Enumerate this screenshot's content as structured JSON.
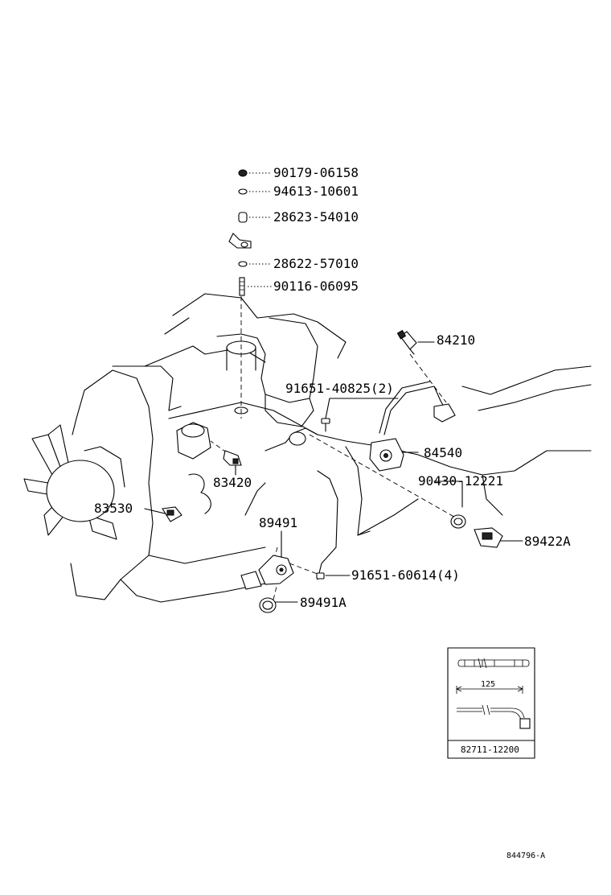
{
  "parts": {
    "p90179": "90179-06158",
    "p94613": "94613-10601",
    "p28623": "28623-54010",
    "p28622": "28622-57010",
    "p90116": "90116-06095",
    "p84210": "84210",
    "p91651_408": "91651-40825(2)",
    "p84540": "84540",
    "p83420": "83420",
    "p90430": "90430-12221",
    "p83530": "83530",
    "p89422a": "89422A",
    "p89491": "89491",
    "p91651_606": "91651-60614(4)",
    "p89491a": "89491A"
  },
  "inset": {
    "dimension": "125",
    "part_number": "82711-12200"
  },
  "figure_code": "844796-A"
}
